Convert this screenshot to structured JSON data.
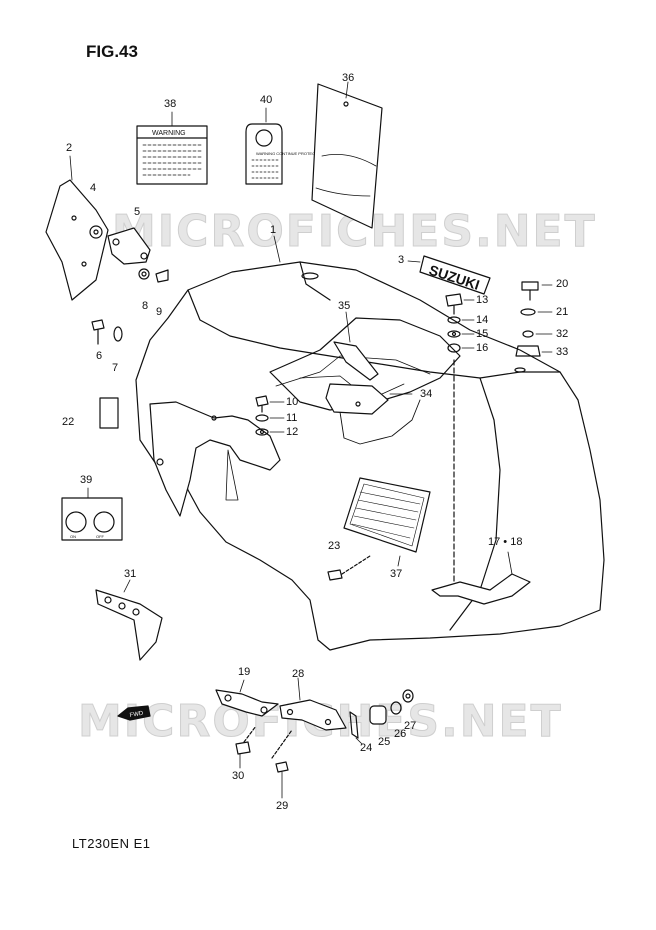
{
  "figure": {
    "title": "FIG.43",
    "model": "LT230EN E1"
  },
  "watermarks": [
    "MICROFICHES.NET",
    "MICROFICHES.NET"
  ],
  "labels": {
    "warning_label": "WARNING",
    "warning_continue": "WARNING CONTINUE PROTECTION",
    "brand_decal": "SUZUKI",
    "fwd": "FWD",
    "badge_left": "ON",
    "badge_right": "OFF"
  },
  "callouts": {
    "n1": "1",
    "n2": "2",
    "n3": "3",
    "n4": "4",
    "n5": "5",
    "n6": "6",
    "n7": "7",
    "n8": "8",
    "n9": "9",
    "n10": "10",
    "n11": "11",
    "n12": "12",
    "n13": "13",
    "n14": "14",
    "n15": "15",
    "n16": "16",
    "n17_18": "17 • 18",
    "n19": "19",
    "n20": "20",
    "n21": "21",
    "n22": "22",
    "n23": "23",
    "n24": "24",
    "n25": "25",
    "n26": "26",
    "n27": "27",
    "n28": "28",
    "n29": "29",
    "n30": "30",
    "n31": "31",
    "n32": "32",
    "n33": "33",
    "n34": "34",
    "n35": "35",
    "n36": "36",
    "n37": "37",
    "n38": "38",
    "n39": "39",
    "n40": "40"
  }
}
